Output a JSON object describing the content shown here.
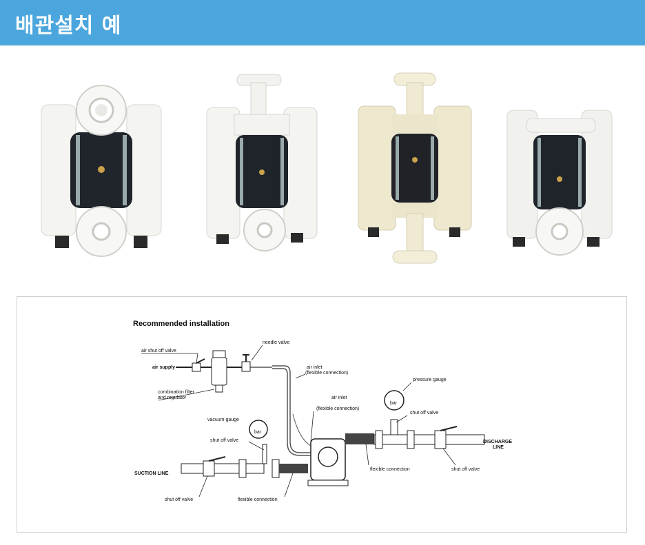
{
  "banner": {
    "title": "배관설치 예",
    "color": "#4ba6dd"
  },
  "pumps": [
    {
      "icon": "pump-front-flange-icon",
      "body_color": "#f4f4f0"
    },
    {
      "icon": "pump-top-flange-icon",
      "body_color": "#f4f4f0"
    },
    {
      "icon": "pump-vertical-pipe-icon",
      "body_color": "#eee8cf"
    },
    {
      "icon": "pump-side-pipe-icon",
      "body_color": "#f1f1ee"
    }
  ],
  "diagram": {
    "title": "Recommended installation",
    "labels": {
      "air_shut_off_valve": "air shut off valve",
      "air_supply": "air supply",
      "needle_valve": "needle valve",
      "combination_filter_1": "combination filter",
      "combination_filter_2": "and regulator",
      "air_inlet_flex_1": "air inlet",
      "air_inlet_flex_2": "(flexible connection)",
      "air_inlet_2": "air inlet",
      "flexible_connection_paren": "(flexible connection)",
      "pressure_gauge": "pressure gauge",
      "vacuum_gauge": "vacuum gauge",
      "shut_off_valve_left": "shut off valve",
      "shut_off_valve_right": "shut off valve",
      "discharge_1": "DISCHARGE",
      "discharge_2": "LINE",
      "suction_line": "SUCTION LINE",
      "flexible_connection_right": "flexible connection",
      "shut_off_valve_bottom_right": "shut off valve",
      "shut_off_valve_bottom_left": "shut off valve",
      "flexible_connection_bottom": "flexible connection",
      "gauge_unit": "bar"
    }
  }
}
